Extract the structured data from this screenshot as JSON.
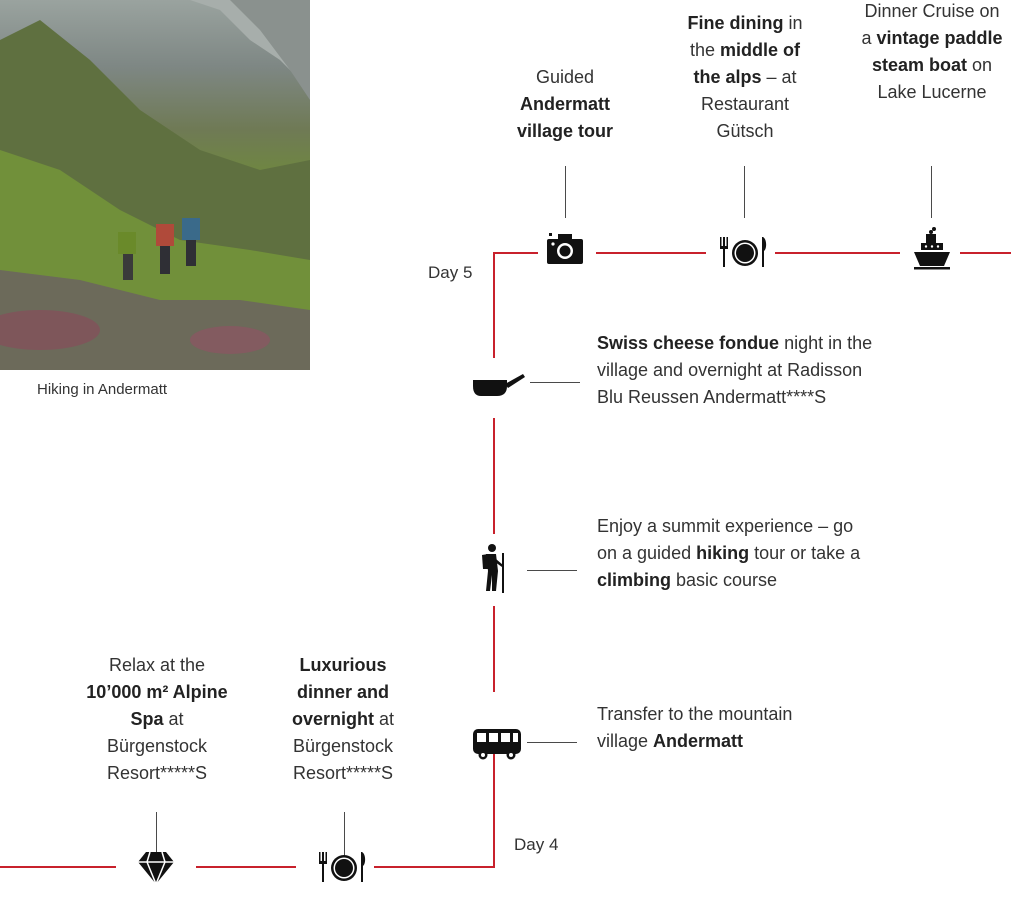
{
  "photo": {
    "caption": "Hiking in Andermatt"
  },
  "days": {
    "day5": "Day 5",
    "day4": "Day 4"
  },
  "top_events": [
    {
      "icon": "camera-icon",
      "parts": [
        {
          "t": "Guided ",
          "b": false
        },
        {
          "t": "Andermatt village tour",
          "b": true
        }
      ]
    },
    {
      "icon": "dining-icon",
      "parts": [
        {
          "t": "Fine dining",
          "b": true
        },
        {
          "t": " in the ",
          "b": false
        },
        {
          "t": "middle of the alps",
          "b": true
        },
        {
          "t": " – at Restaurant Gütsch",
          "b": false
        }
      ]
    },
    {
      "icon": "steamboat-icon",
      "parts": [
        {
          "t": "Dinner Cruise on a ",
          "b": false
        },
        {
          "t": "vintage paddle steam boat",
          "b": true
        },
        {
          "t": " on Lake Lucerne",
          "b": false
        }
      ]
    }
  ],
  "side_events": [
    {
      "icon": "fondue-pan-icon",
      "parts": [
        {
          "t": "Swiss cheese fondue",
          "b": true
        },
        {
          "t": " night in the village and overnight at Radisson Blu Reussen Andermatt****S",
          "b": false
        }
      ]
    },
    {
      "icon": "hiker-icon",
      "parts": [
        {
          "t": "Enjoy a summit experience – go on a guided ",
          "b": false
        },
        {
          "t": "hiking",
          "b": true
        },
        {
          "t": " tour or take a ",
          "b": false
        },
        {
          "t": "climbing",
          "b": true
        },
        {
          "t": " basic course",
          "b": false
        }
      ]
    },
    {
      "icon": "bus-icon",
      "parts": [
        {
          "t": "Transfer to the mountain village ",
          "b": false
        },
        {
          "t": "Andermatt",
          "b": true
        }
      ]
    }
  ],
  "bottom_events": [
    {
      "icon": "diamond-icon",
      "parts": [
        {
          "t": "Relax at the ",
          "b": false
        },
        {
          "t": "10’000 m² Alpine Spa",
          "b": true
        },
        {
          "t": " at Bürgenstock Resort*****S",
          "b": false
        }
      ]
    },
    {
      "icon": "dining-icon",
      "parts": [
        {
          "t": "Luxurious dinner and overnight",
          "b": true
        },
        {
          "t": " at Bürgenstock Resort*****S",
          "b": false
        }
      ]
    }
  ],
  "colors": {
    "route": "#c8212c",
    "icon": "#111111",
    "text": "#333333"
  }
}
